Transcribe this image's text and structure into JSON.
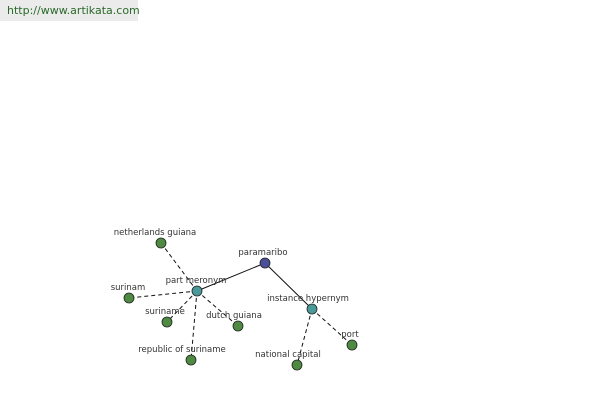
{
  "header": {
    "url": "http://www.artikata.com"
  },
  "graph": {
    "colors": {
      "root": "#4a4f9a",
      "relation": "#4a9a9a",
      "leaf": "#4f8a42",
      "stroke": "#222222",
      "edge": "#111111"
    },
    "nodes": [
      {
        "id": "paramaribo",
        "label": "paramaribo",
        "kind": "root"
      },
      {
        "id": "part-meronym",
        "label": "part meronym",
        "kind": "relation"
      },
      {
        "id": "instance-hypernym",
        "label": "instance hypernym",
        "kind": "relation"
      },
      {
        "id": "netherlands-guiana",
        "label": "netherlands guiana",
        "kind": "leaf"
      },
      {
        "id": "surinam",
        "label": "surinam",
        "kind": "leaf"
      },
      {
        "id": "suriname",
        "label": "suriname",
        "kind": "leaf"
      },
      {
        "id": "dutch-guiana",
        "label": "dutch guiana",
        "kind": "leaf"
      },
      {
        "id": "republic-of-suriname",
        "label": "republic of suriname",
        "kind": "leaf"
      },
      {
        "id": "national-capital",
        "label": "national capital",
        "kind": "leaf"
      },
      {
        "id": "port",
        "label": "port",
        "kind": "leaf"
      }
    ],
    "edges": [
      {
        "from": "paramaribo",
        "to": "part-meronym",
        "style": "solid"
      },
      {
        "from": "paramaribo",
        "to": "instance-hypernym",
        "style": "solid"
      },
      {
        "from": "part-meronym",
        "to": "netherlands-guiana",
        "style": "dashed"
      },
      {
        "from": "part-meronym",
        "to": "surinam",
        "style": "dashed"
      },
      {
        "from": "part-meronym",
        "to": "suriname",
        "style": "dashed"
      },
      {
        "from": "part-meronym",
        "to": "dutch-guiana",
        "style": "dashed"
      },
      {
        "from": "part-meronym",
        "to": "republic-of-suriname",
        "style": "dashed"
      },
      {
        "from": "instance-hypernym",
        "to": "national-capital",
        "style": "dashed"
      },
      {
        "from": "instance-hypernym",
        "to": "port",
        "style": "dashed"
      }
    ]
  }
}
